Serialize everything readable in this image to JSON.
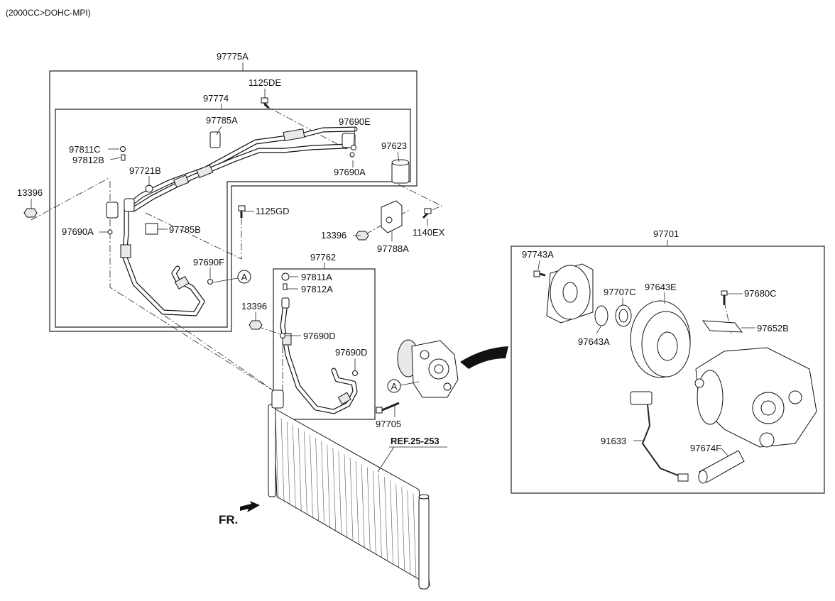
{
  "header": {
    "engine_spec": "(2000CC>DOHC-MPI)"
  },
  "labels": {
    "l_97775A": "97775A",
    "l_1125DE": "1125DE",
    "l_97774": "97774",
    "l_97785A": "97785A",
    "l_97690E": "97690E",
    "l_97623": "97623",
    "l_97811C": "97811C",
    "l_97812B": "97812B",
    "l_97721B": "97721B",
    "l_97690A_top": "97690A",
    "l_13396_left": "13396",
    "l_1125GD": "1125GD",
    "l_97690A_left": "97690A",
    "l_97785B": "97785B",
    "l_97690F": "97690F",
    "l_13396_mid": "13396",
    "l_1140EX": "1140EX",
    "l_97788A": "97788A",
    "l_97762": "97762",
    "l_97811A": "97811A",
    "l_97812A": "97812A",
    "l_13396_low": "13396",
    "l_97690D_a": "97690D",
    "l_97690D_b": "97690D",
    "l_97705": "97705",
    "l_ref": "REF.25-253",
    "l_fr": "FR.",
    "l_97701": "97701",
    "l_97743A": "97743A",
    "l_97707C": "97707C",
    "l_97643E": "97643E",
    "l_97680C": "97680C",
    "l_97643A": "97643A",
    "l_97652B": "97652B",
    "l_91633": "91633",
    "l_97674F": "97674F",
    "marker_a1": "A",
    "marker_a2": "A"
  },
  "icons": [
    "bolt-icon",
    "nut-icon",
    "o-ring-icon",
    "front-arrow-icon",
    "callout-marker-icon"
  ]
}
